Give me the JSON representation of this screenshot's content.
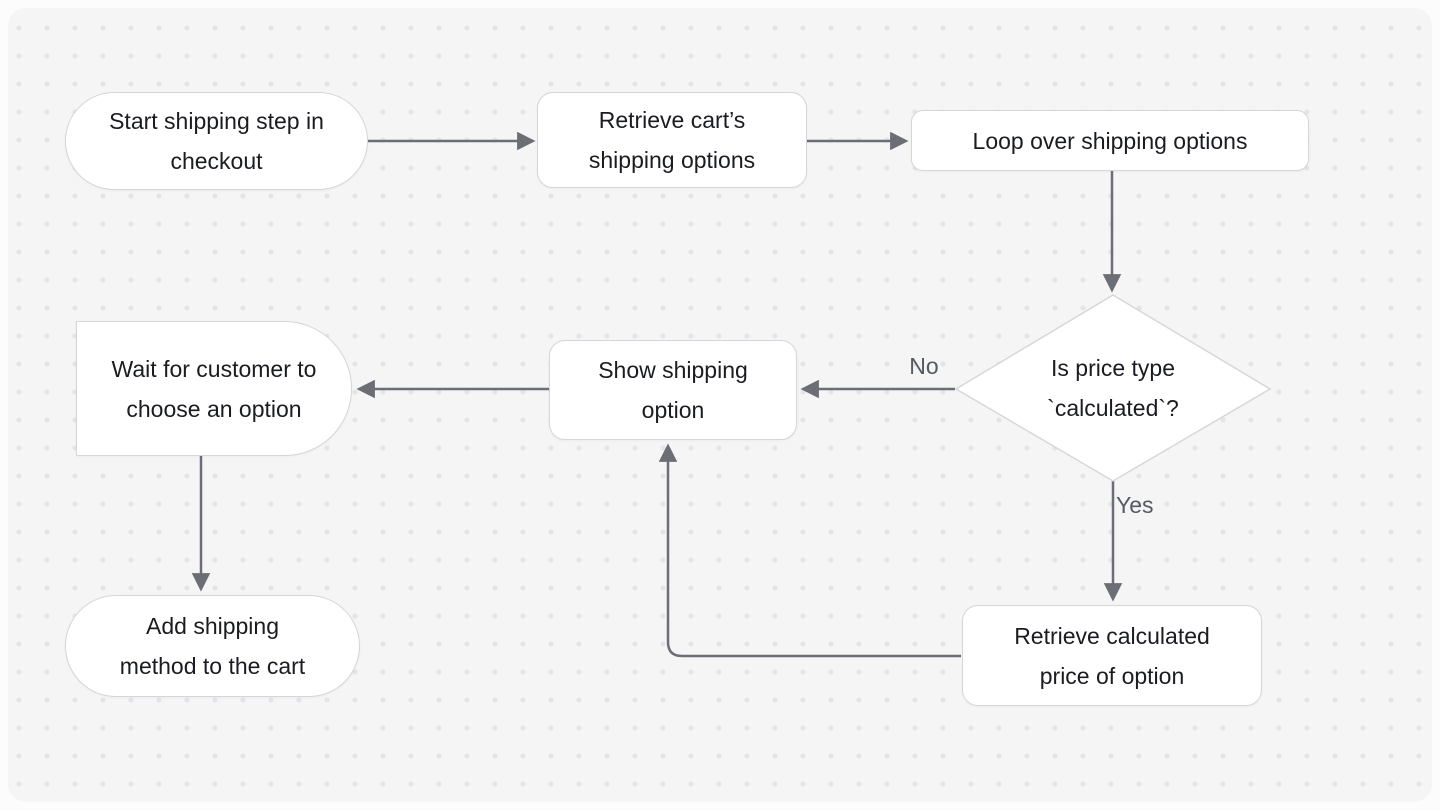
{
  "diagram": {
    "type": "flowchart",
    "nodes": [
      {
        "id": "start",
        "shape": "stadium",
        "label": "Start shipping step in checkout"
      },
      {
        "id": "retrieve-opts",
        "shape": "rounded-rect",
        "label": "Retrieve cart’s shipping options"
      },
      {
        "id": "loop",
        "shape": "rounded-rect",
        "label": "Loop over shipping options"
      },
      {
        "id": "is-calculated",
        "shape": "diamond",
        "label": "Is price type `calculated`?"
      },
      {
        "id": "show",
        "shape": "rounded-rect",
        "label": "Show shipping option"
      },
      {
        "id": "wait",
        "shape": "delay",
        "label": "Wait for customer to choose an option"
      },
      {
        "id": "add",
        "shape": "stadium",
        "label": "Add shipping method to the cart"
      },
      {
        "id": "retrieve-price",
        "shape": "rounded-rect",
        "label": "Retrieve calculated price of option"
      }
    ],
    "edges": [
      {
        "from": "start",
        "to": "retrieve-opts",
        "label": ""
      },
      {
        "from": "retrieve-opts",
        "to": "loop",
        "label": ""
      },
      {
        "from": "loop",
        "to": "is-calculated",
        "label": ""
      },
      {
        "from": "is-calculated",
        "to": "show",
        "label": "No"
      },
      {
        "from": "show",
        "to": "wait",
        "label": ""
      },
      {
        "from": "wait",
        "to": "add",
        "label": ""
      },
      {
        "from": "is-calculated",
        "to": "retrieve-price",
        "label": "Yes"
      },
      {
        "from": "retrieve-price",
        "to": "show",
        "label": ""
      }
    ]
  },
  "colors": {
    "page-bg": "#fcfcfd",
    "canvas-bg": "#f5f5f6",
    "canvas-dot": "#e4e4e8",
    "node-fill": "#ffffff",
    "node-border": "#d6d6da",
    "node-text": "#1a1c22",
    "edge-color": "#6c6e76",
    "edge-label": "#565a64"
  }
}
